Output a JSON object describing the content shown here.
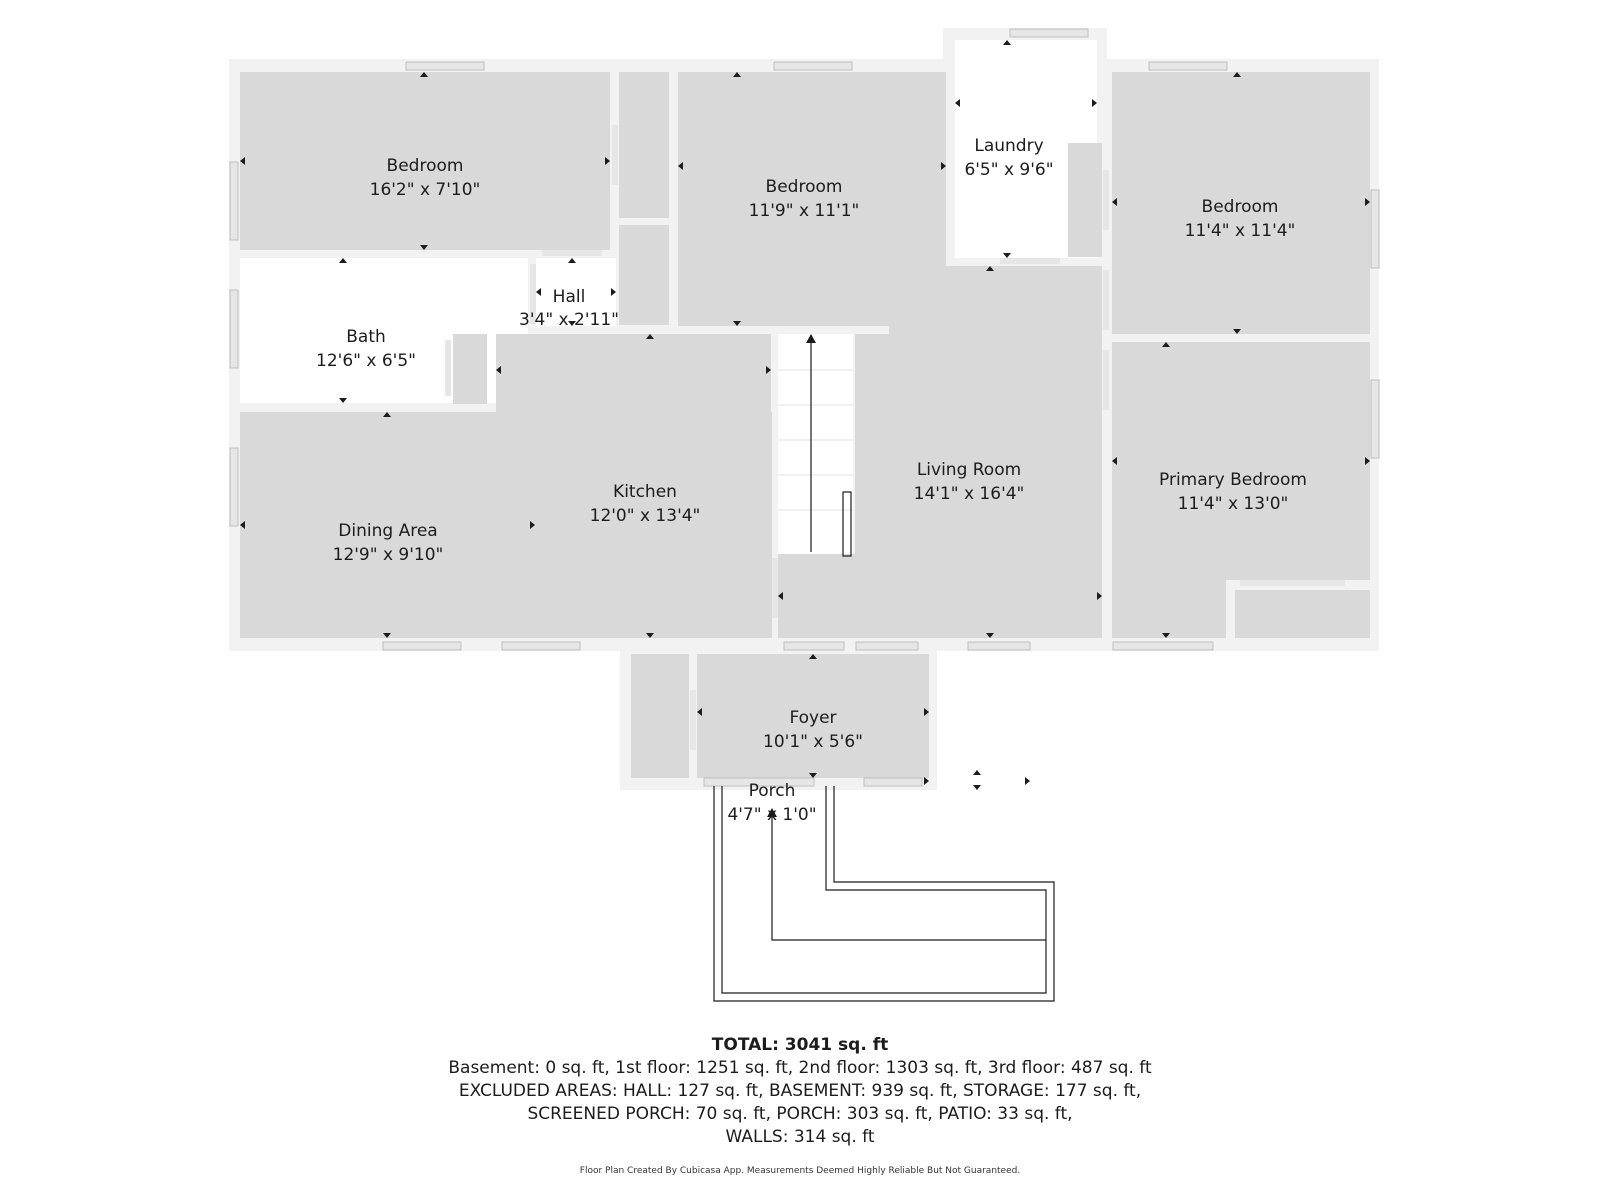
{
  "rooms": {
    "bedroom_nw": {
      "name": "Bedroom",
      "dims": "16'2\" x 7'10\""
    },
    "bedroom_n": {
      "name": "Bedroom",
      "dims": "11'9\" x 11'1\""
    },
    "laundry": {
      "name": "Laundry",
      "dims": "6'5\" x 9'6\""
    },
    "bedroom_ne": {
      "name": "Bedroom",
      "dims": "11'4\" x 11'4\""
    },
    "hall": {
      "name": "Hall",
      "dims": "3'4\" x 2'11\""
    },
    "bath": {
      "name": "Bath",
      "dims": "12'6\" x 6'5\""
    },
    "kitchen": {
      "name": "Kitchen",
      "dims": "12'0\" x 13'4\""
    },
    "living_room": {
      "name": "Living Room",
      "dims": "14'1\" x 16'4\""
    },
    "primary_bedroom": {
      "name": "Primary Bedroom",
      "dims": "11'4\" x 13'0\""
    },
    "dining_area": {
      "name": "Dining Area",
      "dims": "12'9\" x 9'10\""
    },
    "foyer": {
      "name": "Foyer",
      "dims": "10'1\" x 5'6\""
    },
    "porch": {
      "name": "Porch",
      "dims": "4'7\" x 1'0\""
    }
  },
  "summary": {
    "total": "TOTAL: 3041 sq. ft",
    "line1": "Basement: 0 sq. ft, 1st floor: 1251 sq. ft, 2nd floor: 1303 sq. ft, 3rd floor: 487 sq. ft",
    "line2": "EXCLUDED AREAS: HALL: 127 sq. ft, BASEMENT: 939 sq. ft, STORAGE: 177 sq. ft,",
    "line3": "SCREENED PORCH: 70 sq. ft, PORCH: 303 sq. ft, PATIO: 33 sq. ft,",
    "line4": "WALLS: 314 sq. ft"
  },
  "footer": "Floor Plan Created By Cubicasa App. Measurements Deemed Highly Reliable But Not Guaranteed.",
  "colors": {
    "room_fill": "#d9d9d9",
    "wall": "#f2f2f2",
    "line": "#1c1c1c",
    "background": "#ffffff"
  }
}
